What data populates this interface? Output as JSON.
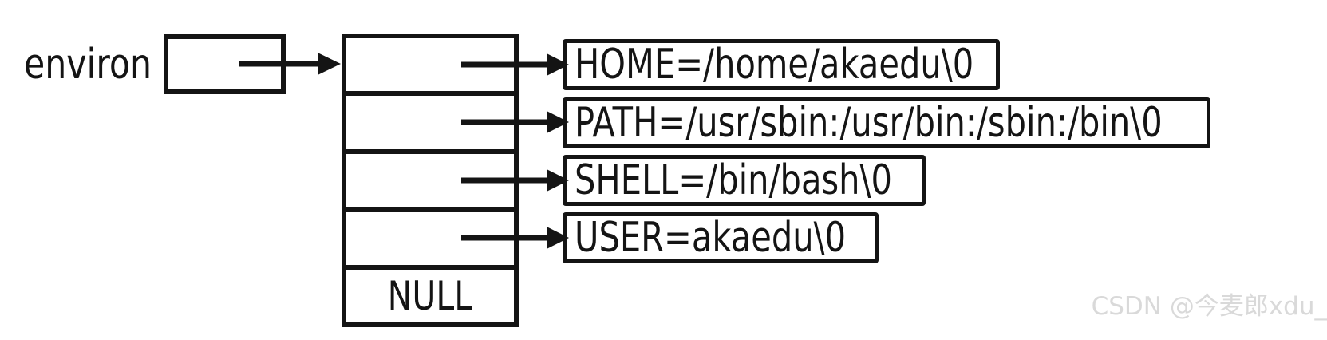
{
  "diagram": {
    "pointer_label": "environ",
    "null_label": "NULL",
    "strings": [
      {
        "text": "HOME=/home/akaedu\\0"
      },
      {
        "text": "PATH=/usr/sbin:/usr/bin:/sbin:/bin\\0"
      },
      {
        "text": "SHELL=/bin/bash\\0"
      },
      {
        "text": "USER=akaedu\\0"
      }
    ]
  },
  "watermark": "CSDN @今麦郎xdu_",
  "colors": {
    "ink": "#141414",
    "background": "#ffffff",
    "watermark": "#d9d9d9"
  }
}
